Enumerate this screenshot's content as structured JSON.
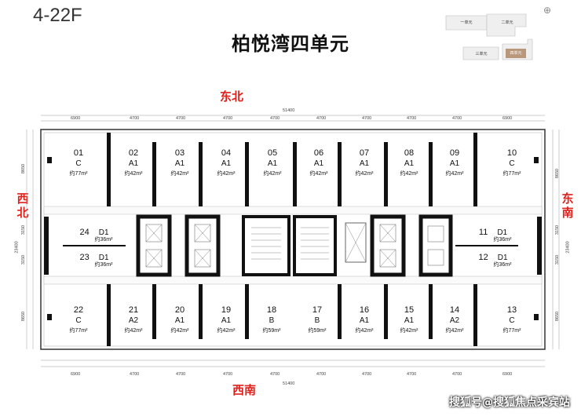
{
  "header": {
    "floor_range": "4-22F",
    "title": "柏悦湾四单元"
  },
  "key_plan": {
    "unit1": "一单元",
    "unit2": "二单元",
    "unit3": "三单元",
    "unit4": "四单元"
  },
  "directions": {
    "top": "东北",
    "bottom": "西南",
    "left_a": "西",
    "left_b": "北",
    "right_a": "东",
    "right_b": "南"
  },
  "dimensions": {
    "total_top": "51400",
    "total_bottom": "51400",
    "top": [
      "6900",
      "4700",
      "4700",
      "4700",
      "4700",
      "4700",
      "4700",
      "4700",
      "4700",
      "6900"
    ],
    "bottom": [
      "6900",
      "4700",
      "4700",
      "4700",
      "4700",
      "4700",
      "4700",
      "4700",
      "4700",
      "6900"
    ],
    "left": [
      "8650",
      "3150",
      "3150",
      "8650"
    ],
    "left_total": "23400",
    "right": [
      "8650",
      "3150",
      "3150",
      "8650"
    ],
    "right_total": "23400"
  },
  "units": [
    {
      "num": "01",
      "type": "C",
      "area": "约77m²"
    },
    {
      "num": "02",
      "type": "A1",
      "area": "约42m²"
    },
    {
      "num": "03",
      "type": "A1",
      "area": "约42m²"
    },
    {
      "num": "04",
      "type": "A1",
      "area": "约42m²"
    },
    {
      "num": "05",
      "type": "A1",
      "area": "约42m²"
    },
    {
      "num": "06",
      "type": "A1",
      "area": "约42m²"
    },
    {
      "num": "07",
      "type": "A1",
      "area": "约42m²"
    },
    {
      "num": "08",
      "type": "A1",
      "area": "约42m²"
    },
    {
      "num": "09",
      "type": "A1",
      "area": "约42m²"
    },
    {
      "num": "10",
      "type": "C",
      "area": "约77m²"
    },
    {
      "num": "11",
      "type": "D1",
      "area": "约36m²"
    },
    {
      "num": "12",
      "type": "D1",
      "area": "约36m²"
    },
    {
      "num": "13",
      "type": "C",
      "area": "约77m²"
    },
    {
      "num": "14",
      "type": "A2",
      "area": "约42m²"
    },
    {
      "num": "15",
      "type": "A1",
      "area": "约42m²"
    },
    {
      "num": "16",
      "type": "A1",
      "area": "约42m²"
    },
    {
      "num": "17",
      "type": "B",
      "area": "约59m²"
    },
    {
      "num": "18",
      "type": "B",
      "area": "约59m²"
    },
    {
      "num": "19",
      "type": "A1",
      "area": "约42m²"
    },
    {
      "num": "20",
      "type": "A1",
      "area": "约42m²"
    },
    {
      "num": "21",
      "type": "A2",
      "area": "约42m²"
    },
    {
      "num": "22",
      "type": "C",
      "area": "约77m²"
    },
    {
      "num": "23",
      "type": "D1",
      "area": "约36m²"
    },
    {
      "num": "24",
      "type": "D1",
      "area": "约36m²"
    }
  ],
  "watermark": "搜狐号@搜狐焦点采宾站"
}
